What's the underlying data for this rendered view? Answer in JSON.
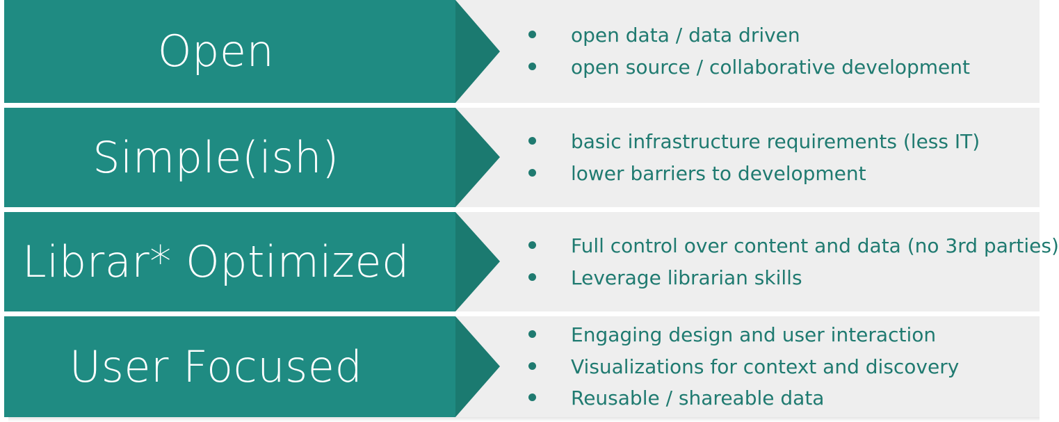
{
  "slide": {
    "accent_color": "#1f8b82",
    "accent_dark_color": "#1b7a70",
    "panel_color": "#eeeeee",
    "text_color": "#1f7a70",
    "heading_color": "#ffffff"
  },
  "rows": [
    {
      "heading": "Open",
      "bullets": [
        "open data / data driven",
        "open source / collaborative development"
      ]
    },
    {
      "heading": "Simple(ish)",
      "bullets": [
        "basic infrastructure requirements (less IT)",
        "lower barriers to development"
      ]
    },
    {
      "heading": "Librar* Optimized",
      "bullets": [
        "Full control over content and data (no 3rd parties)",
        "Leverage librarian skills"
      ]
    },
    {
      "heading": "User Focused",
      "bullets": [
        "Engaging design and user interaction",
        "Visualizations for context and discovery",
        "Reusable / shareable data"
      ]
    }
  ]
}
